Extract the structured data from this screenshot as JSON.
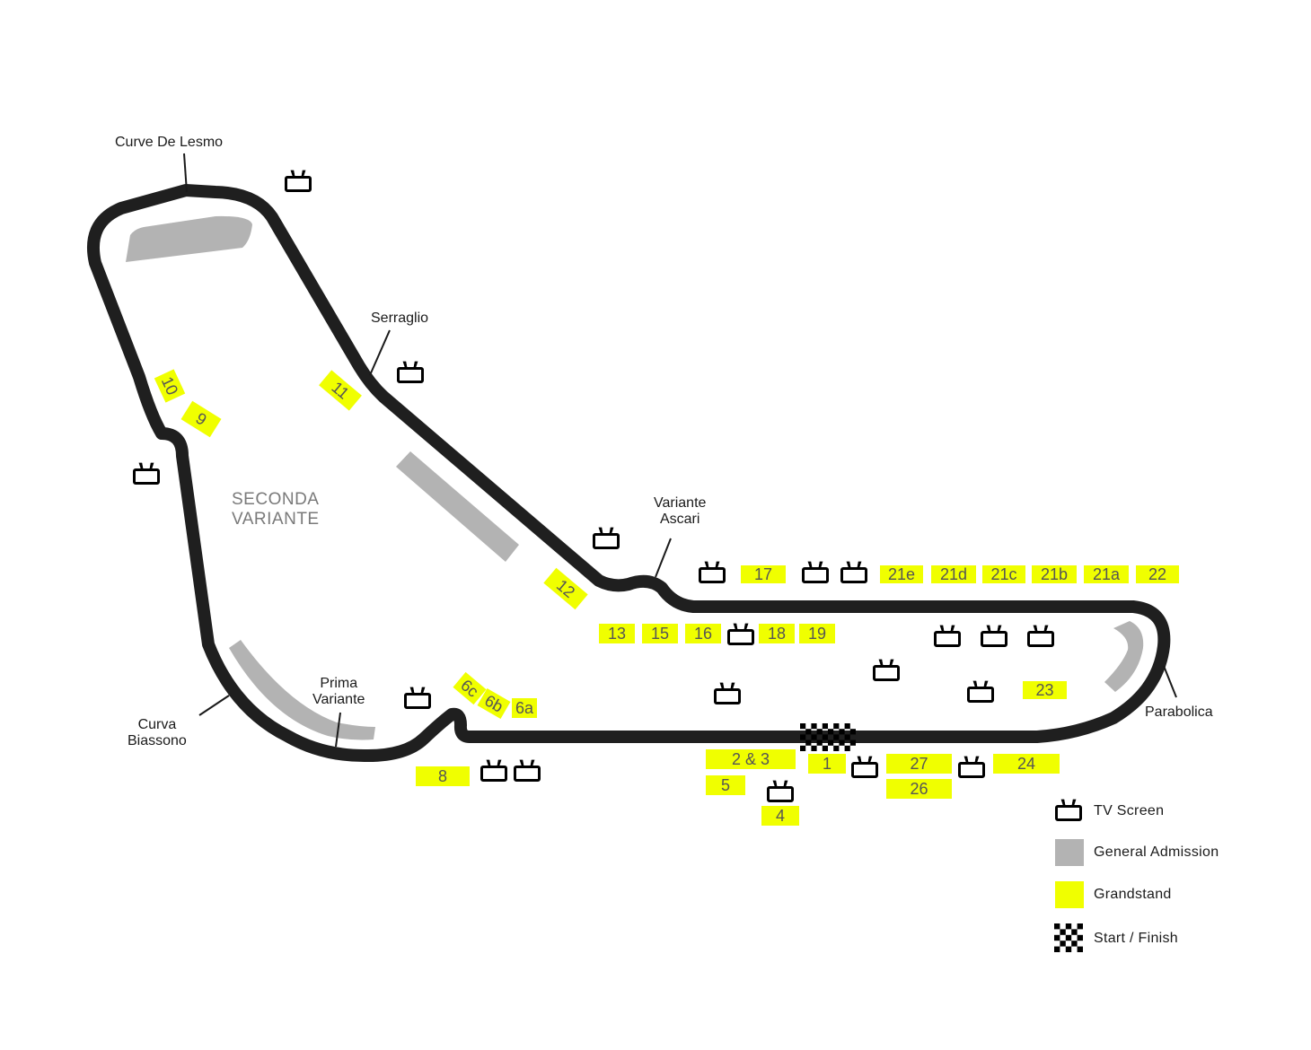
{
  "colors": {
    "track": "#1f1f1f",
    "general_admission": "#b3b3b3",
    "grandstand": "#f0ff00",
    "tv": "#000000",
    "zone_label": "#7a7a7a"
  },
  "corner_labels": {
    "curve_de_lesmo": "Curve De Lesmo",
    "serraglio": "Serraglio",
    "variante_ascari": "Variante\nAscari",
    "parabolica": "Parabolica",
    "prima_variante": "Prima\nVariante",
    "curva_biassono": "Curva\nBiassono",
    "seconda_variante": "SECONDA\nVARIANTE"
  },
  "grandstands": {
    "g10": "10",
    "g9": "9",
    "g11": "11",
    "g12": "12",
    "g17": "17",
    "g21e": "21e",
    "g21d": "21d",
    "g21c": "21c",
    "g21b": "21b",
    "g21a": "21a",
    "g22": "22",
    "g13": "13",
    "g15": "15",
    "g16": "16",
    "g18": "18",
    "g19": "19",
    "g6c": "6c",
    "g6b": "6b",
    "g6a": "6a",
    "g23": "23",
    "g8": "8",
    "g2_3": "2  & 3",
    "g5": "5",
    "g4": "4",
    "g1": "1",
    "g27": "27",
    "g26": "26",
    "g24": "24"
  },
  "legend": {
    "tv_screen": "TV Screen",
    "general_admission": "General Admission",
    "grandstand": "Grandstand",
    "start_finish": "Start / Finish"
  },
  "icons": {
    "tv": "tv-screen-icon",
    "checkered": "checkered-flag-icon"
  }
}
